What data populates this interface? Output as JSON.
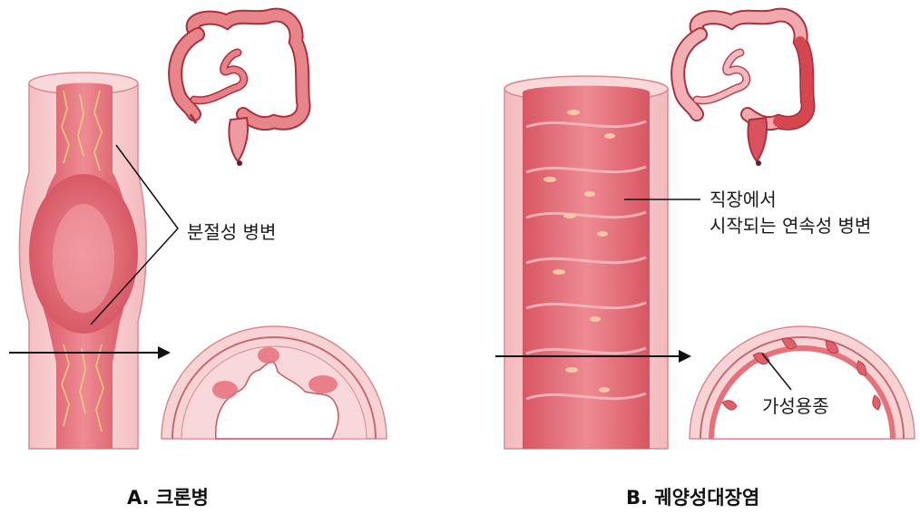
{
  "colors": {
    "tissue_light": "#f4c4c4",
    "tissue_mid": "#e58a8e",
    "tissue_dark": "#c94a55",
    "lumen": "#e56a74",
    "lumen_dark": "#c2404c",
    "cross_fill": "#f6cdd0",
    "line": "#111111"
  },
  "panel_a": {
    "label_segmental": "분절성 병변",
    "caption": "A. 크론병"
  },
  "panel_b": {
    "label_continuous_line1": "직장에서",
    "label_continuous_line2": "시작되는 연속성 병변",
    "label_pseudopolyp": "가성용종",
    "caption": "B. 궤양성대장염"
  }
}
